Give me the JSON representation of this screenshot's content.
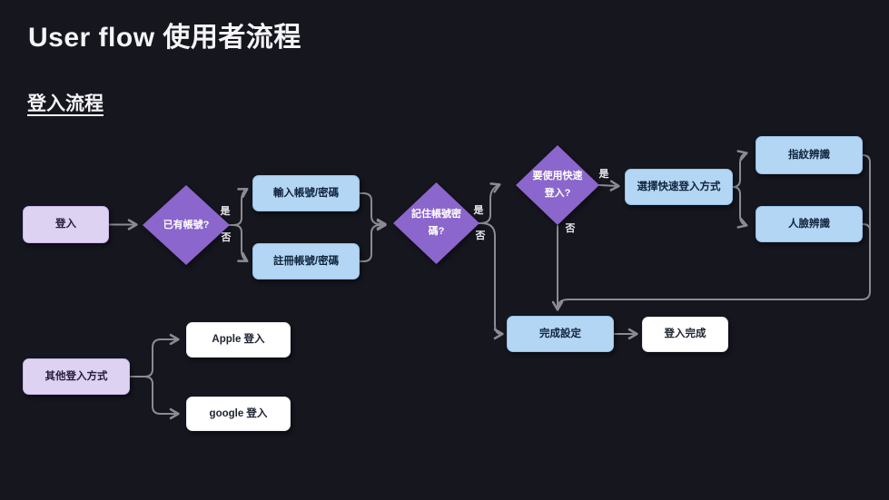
{
  "page": {
    "title": "User flow 使用者流程",
    "section_title": "登入流程"
  },
  "colors": {
    "background": "#15161e",
    "diamond_purple": "#8b66cc",
    "box_light_purple": "#ded2f2",
    "box_blue": "#b2d6f4",
    "box_white": "#ffffff",
    "connector_gray": "#8b8b91",
    "text_light": "#f4f4f6"
  },
  "nodes": {
    "login": "登入",
    "has_account": "已有帳號?",
    "enter_account": "輸入帳號/密碼",
    "register_account": "註冊帳號/密碼",
    "remember_password": "記住帳號密碼?",
    "use_quick_login": "要使用快速登入?",
    "choose_quick_login": "選擇快速登入方式",
    "fingerprint": "指紋辨識",
    "face_id": "人臉辨識",
    "finish_setup": "完成設定",
    "login_done": "登入完成",
    "other_login": "其他登入方式",
    "apple_login": "Apple 登入",
    "google_login": "google 登入"
  },
  "edge_labels": {
    "yes": "是",
    "no": "否"
  }
}
